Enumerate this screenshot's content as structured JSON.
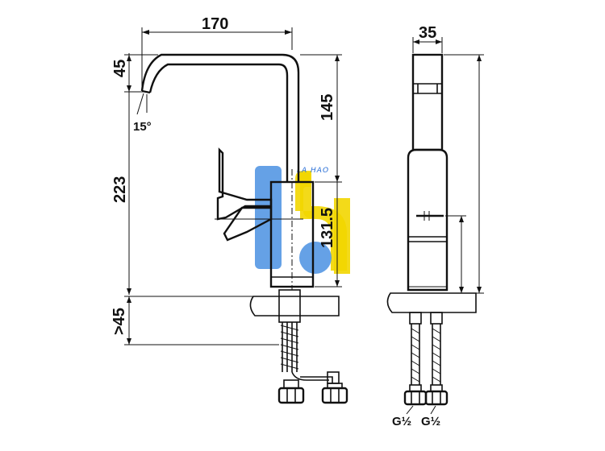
{
  "front_view": {
    "dim_width": "170",
    "dim_spout_height": "45",
    "dim_angle": "15°",
    "dim_spout_drop": "145",
    "dim_total_height": "223",
    "dim_body_height": "131.5",
    "dim_deck_thickness": ">45"
  },
  "side_view": {
    "dim_width": "35",
    "thread_left": "G½",
    "thread_right": "G½"
  },
  "watermark": {
    "text": "LA HAO",
    "colors": {
      "blue": "#2a6fd6",
      "yellow": "#f2d600"
    }
  }
}
